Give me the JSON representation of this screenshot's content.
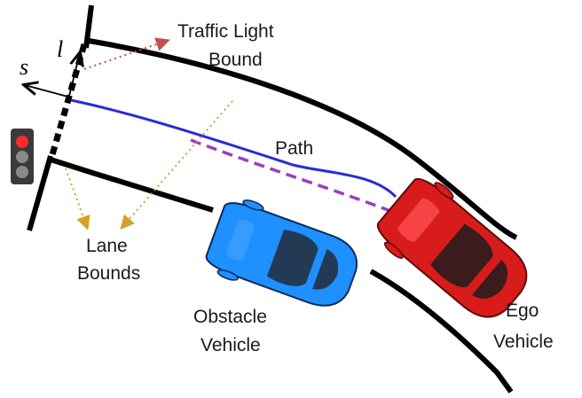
{
  "labels": {
    "traffic_light_line1": "Traffic Light",
    "traffic_light_line2": "Bound",
    "path": "Path",
    "lane_line1": "Lane",
    "lane_line2": "Bounds",
    "obstacle_line1": "Obstacle",
    "obstacle_line2": "Vehicle",
    "ego_line1": "Ego",
    "ego_line2": "Vehicle",
    "axis_s": "s",
    "axis_l": "l"
  },
  "colors": {
    "lane": "#000000",
    "path": "#2b2bd6",
    "path_dashed": "#9b3fbf",
    "traffic_arrow": "#c0504d",
    "lane_arrow": "#d4a02a",
    "obstacle_vehicle": "#1e90ff",
    "ego_vehicle": "#d81b1b",
    "traffic_light_red": "#ff2a2a"
  }
}
